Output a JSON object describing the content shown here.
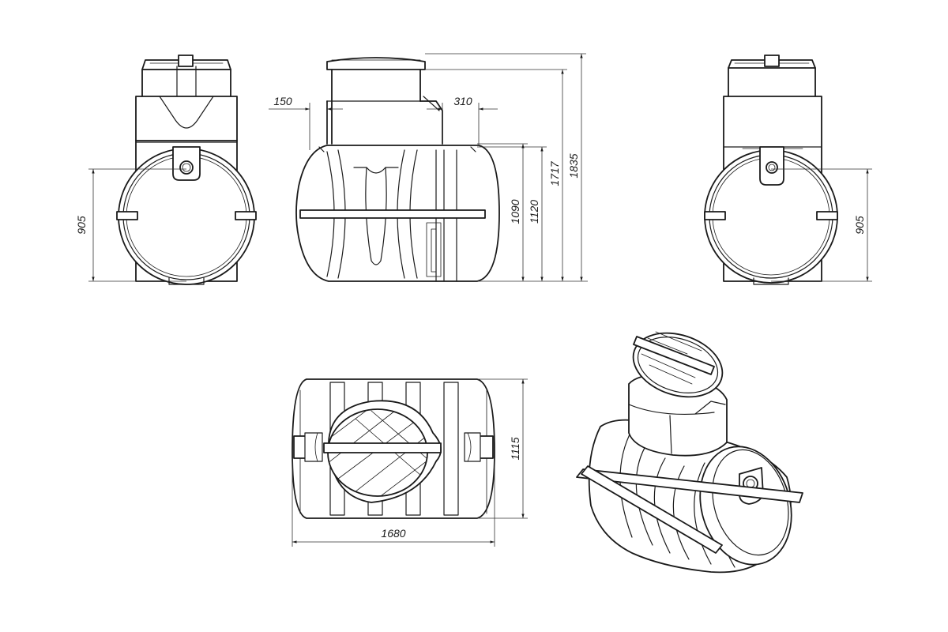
{
  "dimensions": {
    "left_view_height": "905",
    "right_view_height": "905",
    "neck_offset_left": "150",
    "neck_offset_right": "310",
    "body_height": "1090",
    "pipe_height": "1120",
    "neck_height": "1717",
    "total_height": "1835",
    "top_view_width": "1115",
    "top_view_length": "1680"
  },
  "colors": {
    "line": "#1a1a1a",
    "background": "#ffffff"
  }
}
